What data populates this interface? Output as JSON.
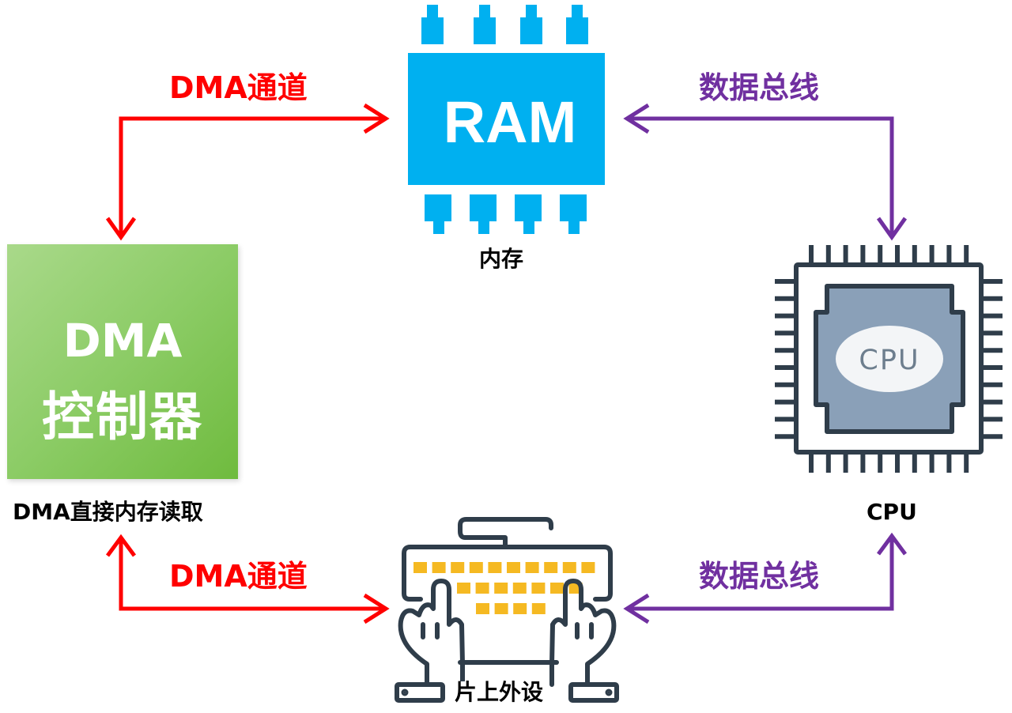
{
  "colors": {
    "dma_channel": "#ff0000",
    "data_bus": "#7030a0",
    "ram": "#00b0f0",
    "dma_box": "#8ccc66",
    "cpu_frame": "#2f3d4a",
    "cpu_core": "#8aa0b8",
    "keyboard_keys": "#f5b922"
  },
  "nodes": {
    "ram": {
      "chip_text": "RAM",
      "label": "内存",
      "icon": "ram-chip-icon"
    },
    "dma": {
      "box_line1": "DMA",
      "box_line2": "控制器",
      "label": "DMA直接内存读取"
    },
    "cpu": {
      "chip_text": "CPU",
      "label": "CPU",
      "icon": "cpu-chip-icon"
    },
    "peripheral": {
      "label": "片上外设",
      "icon": "keyboard-hands-icon"
    }
  },
  "edges": {
    "top_left": {
      "label": "DMA通道"
    },
    "bottom_left": {
      "label": "DMA通道"
    },
    "top_right": {
      "label": "数据总线"
    },
    "bottom_right": {
      "label": "数据总线"
    }
  }
}
